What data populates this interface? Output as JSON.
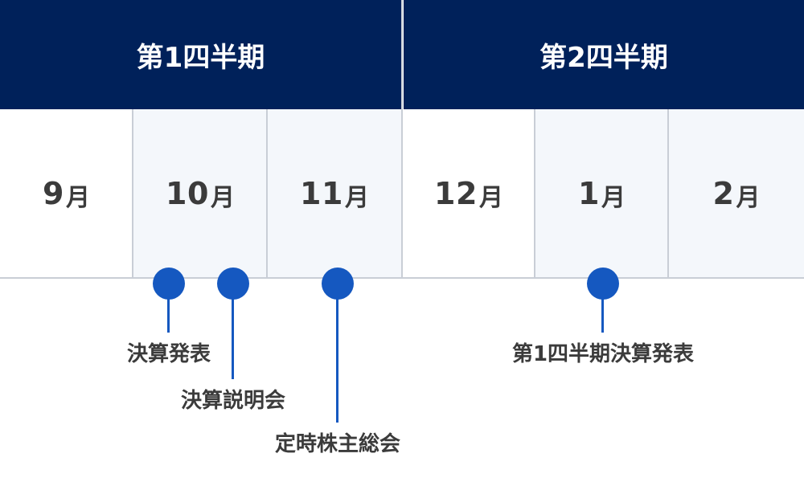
{
  "quarters": [
    {
      "label": "第1四半期"
    },
    {
      "label": "第2四半期"
    }
  ],
  "months": [
    {
      "num": "9",
      "unit": "月",
      "shaded": false
    },
    {
      "num": "10",
      "unit": "月",
      "shaded": true
    },
    {
      "num": "11",
      "unit": "月",
      "shaded": true
    },
    {
      "num": "12",
      "unit": "月",
      "shaded": false
    },
    {
      "num": "1",
      "unit": "月",
      "shaded": true
    },
    {
      "num": "2",
      "unit": "月",
      "shaded": true
    }
  ],
  "events": [
    {
      "label": "決算発表"
    },
    {
      "label": "決算説明会"
    },
    {
      "label": "定時株主総会"
    },
    {
      "label": "第1四半期決算発表"
    }
  ],
  "colors": {
    "header_bg": "#00215a",
    "marker": "#1558c0",
    "shaded_cell": "#f4f7fb"
  }
}
